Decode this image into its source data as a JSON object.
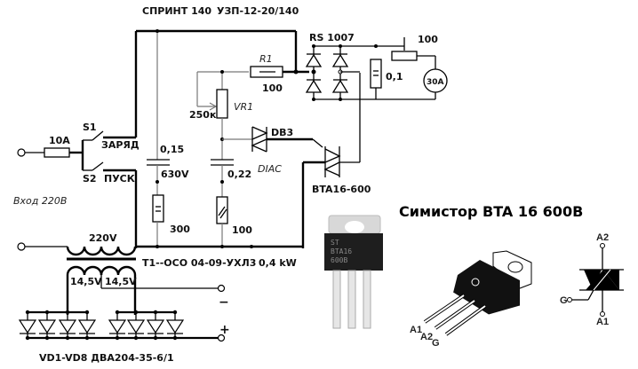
{
  "header": {
    "device_name": "СПРИНТ 140",
    "device_model": "УЗП-12-20/140"
  },
  "input": {
    "label": "Вход 220В",
    "fuse": "10A",
    "switch_s1": "S1",
    "switch_s1_mode": "ЗАРЯД",
    "switch_s2": "S2",
    "switch_s2_mode": "ПУСК"
  },
  "components": {
    "c1_value": "0,15",
    "c1_voltage": "630V",
    "r_c1": "300",
    "c2_value": "0,22",
    "r_c2": "100",
    "r1_label": "R1",
    "r1_value": "100",
    "vr1_label": "VR1",
    "vr1_value": "250к",
    "diac_part": "DB3",
    "diac_label": "DIAC",
    "triac_part": "BTA16-600",
    "bridge_part": "RS 1007",
    "shunt_value": "0,1",
    "meter_resistor": "100",
    "ammeter": "30A"
  },
  "transformer": {
    "primary": "220V",
    "secondary_1": "14,5V",
    "secondary_2": "14,5V",
    "model": "T1--ОСО 04-09-УХЛ3",
    "power": "0,4 kW"
  },
  "output": {
    "minus": "−",
    "plus": "+"
  },
  "rectifier": {
    "label": "VD1-VD8  ДВА204-35-6/1",
    "diode_count": 8
  },
  "triac_info": {
    "title": "Симистор BTA 16 600В",
    "package_pins": [
      "A1",
      "A2",
      "G"
    ],
    "symbol_pins": {
      "top": "A2",
      "gate": "G",
      "bottom": "A1"
    },
    "package_marking": [
      "ST",
      "BTA16",
      "600B"
    ]
  }
}
